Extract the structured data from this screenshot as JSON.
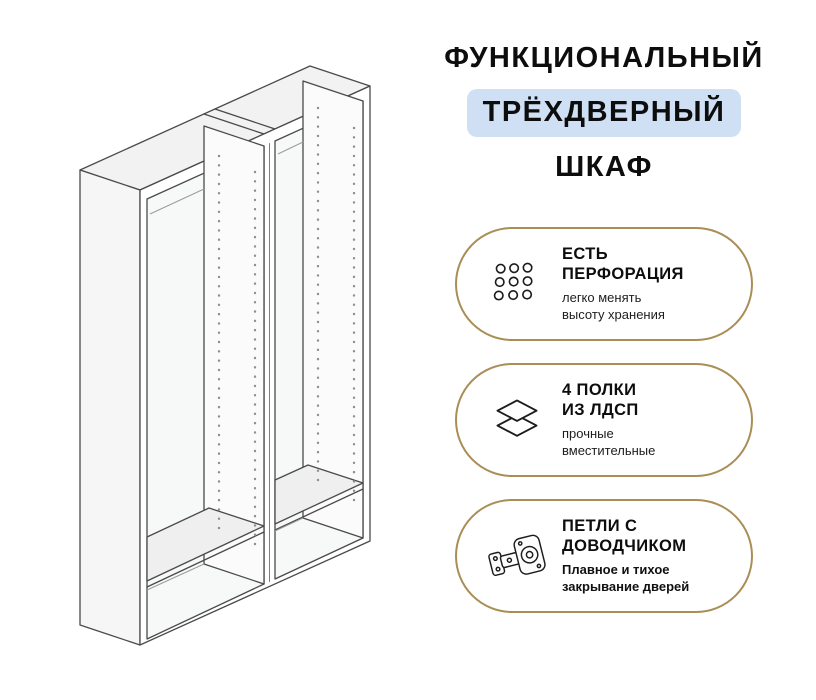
{
  "colors": {
    "accent_gold": "#a98e55",
    "highlight_blue": "#cfe0f5",
    "title_ink": "#0d0d0d",
    "drawing_line": "#4a4a4a"
  },
  "title": {
    "line1": "ФУНКЦИОНАЛЬНЫЙ",
    "line2": "ТРЁХДВЕРНЫЙ",
    "line3": "ШКАФ"
  },
  "illustration": {
    "name": "wardrobe-carcass-line-drawing",
    "description_icon": "two-section open wardrobe frame with shelf-pin perforation rows"
  },
  "features": [
    {
      "icon": "perforation-holes-icon",
      "title_lines": [
        "ЕСТЬ",
        "ПЕРФОРАЦИЯ"
      ],
      "desc_lines": [
        "легко менять",
        "высоту хранения"
      ]
    },
    {
      "icon": "shelves-stack-icon",
      "title_lines": [
        "4 ПОЛКИ",
        "ИЗ ЛДСП"
      ],
      "desc_lines": [
        "прочные",
        "вместительные"
      ]
    },
    {
      "icon": "soft-close-hinge-icon",
      "title_lines": [
        "ПЕТЛИ С",
        "ДОВОДЧИКОМ"
      ],
      "desc_lines": [
        "Плавное и тихое",
        "закрывание дверей"
      ]
    }
  ]
}
